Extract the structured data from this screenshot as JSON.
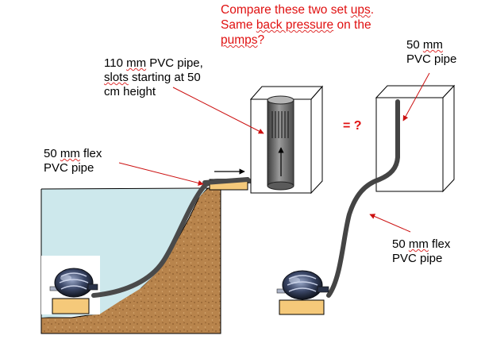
{
  "question": {
    "lines": [
      "Compare these two set ups.",
      "Same back pressure on the",
      "pumps?"
    ],
    "color": "#e01010"
  },
  "labels": {
    "pipe_110": [
      "110 mm PVC pipe,",
      "slots starting at 50",
      "cm height"
    ],
    "flex_left": [
      "50 mm flex",
      "PVC pipe"
    ],
    "pvc_right": [
      "50 mm",
      "PVC pipe"
    ],
    "flex_right": [
      "50 mm flex",
      "PVC pipe"
    ],
    "equals": "= ?"
  },
  "colors": {
    "water": "#cde8ec",
    "soil": "#b8844c",
    "pipe": "#4a4a4a",
    "tube": "#444444",
    "pump_base": "#f5c97a",
    "arrow": "#cc1111"
  },
  "icons": {
    "pump": "pond-pump-icon",
    "flow_arrow": "arrow-right-icon",
    "up_arrow": "arrow-up-icon"
  }
}
